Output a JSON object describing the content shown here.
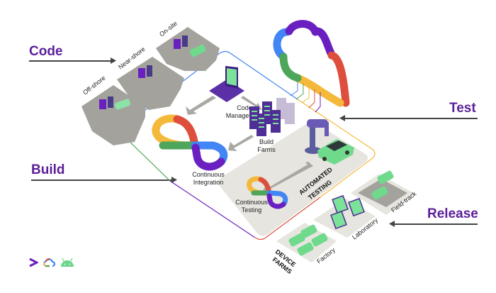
{
  "stages": {
    "code": "Code",
    "build": "Build",
    "test": "Test",
    "release": "Release"
  },
  "code_locations": [
    "Off-shore",
    "Near-shore",
    "On-site"
  ],
  "pipeline": {
    "code_management": [
      "Code",
      "Management"
    ],
    "build_farms": [
      "Build",
      "Farms"
    ],
    "continuous_integration": [
      "Continuous",
      "Integration"
    ],
    "continuous_testing": [
      "Continuous",
      "Testing"
    ],
    "automated_testing": [
      "AUTOMATED",
      "TESTING"
    ]
  },
  "device_farms": {
    "title": [
      "DEVICE",
      "FARMS"
    ],
    "zones": [
      "Factory",
      "Laboratory",
      "Field-track"
    ]
  },
  "logos": [
    "accenture-chevron",
    "google-cloud",
    "android"
  ],
  "colors": {
    "brand_purple": "#5b1f9a",
    "google_blue": "#4285f4",
    "google_red": "#dd4f3c",
    "google_yellow": "#f4b93b",
    "google_green": "#4ea65a",
    "violet": "#6a1fc0",
    "car_green": "#6fd98c",
    "platform_gray": "#a3a29c",
    "light_platform": "#e6e5df"
  }
}
